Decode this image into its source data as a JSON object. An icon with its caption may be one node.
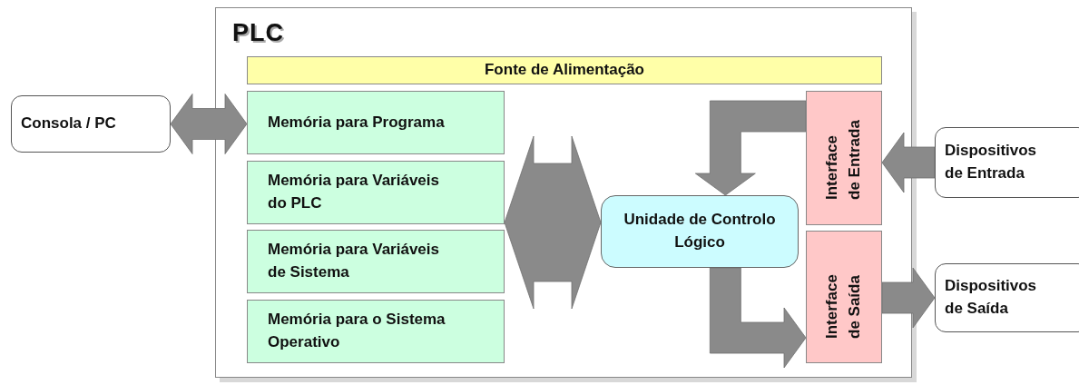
{
  "diagram": {
    "nodes": [
      {
        "text": [
          "PLC"
        ]
      },
      {
        "text": [
          "Fonte de Alimentação"
        ],
        "in": 0
      },
      {
        "text": [
          "Consola / PC"
        ]
      },
      {
        "text": [
          "Memória para Programa"
        ],
        "in": 0
      },
      {
        "text": [
          "Memória para Variáveis do PLC"
        ],
        "in": 0
      },
      {
        "text": [
          "Memória para Variáveis de Sistema"
        ],
        "in": 0
      },
      {
        "text": [
          "Memória para o Sistema Operativo"
        ],
        "in": 0
      },
      {
        "text": [
          "Interface de Entrada"
        ],
        "in": 0
      },
      {
        "text": [
          "Dispositivos de Entrada"
        ]
      },
      {
        "text": [
          "Unidade de Controlo Lógico"
        ],
        "in": 0
      },
      {
        "text": [
          "Interface de Saída"
        ],
        "in": 0
      },
      {
        "text": [
          "Dispositivos de Saída"
        ]
      }
    ],
    "edges": [
      {
        "from": 2,
        "to": 3,
        "arrow": "both"
      },
      {
        "from": 3,
        "to": 9,
        "arrow": "both"
      },
      {
        "from": 4,
        "to": 9,
        "arrow": "both"
      },
      {
        "from": 5,
        "to": 9,
        "arrow": "both"
      },
      {
        "from": 6,
        "to": 9,
        "arrow": "both"
      },
      {
        "from": 7,
        "to": 9,
        "arrow": "to"
      },
      {
        "from": 8,
        "to": 7,
        "arrow": "to"
      },
      {
        "from": 9,
        "to": 10,
        "arrow": "to"
      },
      {
        "from": 10,
        "to": 11,
        "arrow": "to"
      }
    ]
  }
}
